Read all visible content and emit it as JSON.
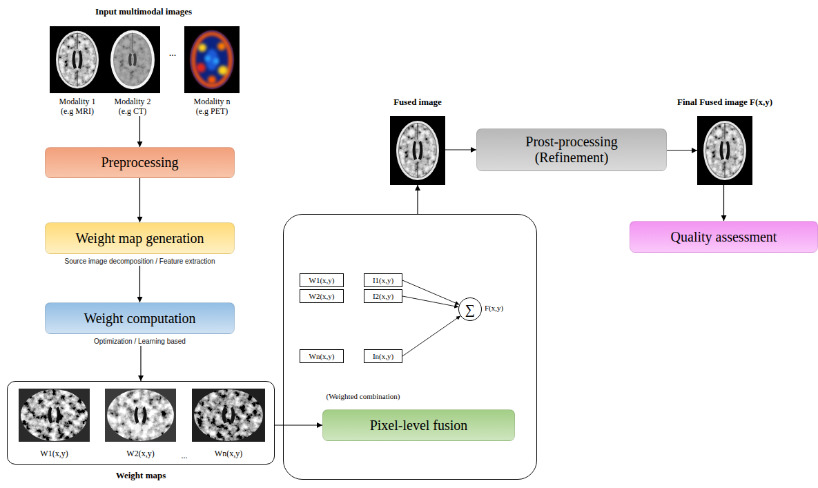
{
  "diagram": {
    "nodes": [
      {
        "text": [
          "Modality 1 (e.g MRI)"
        ]
      },
      {
        "text": [
          "Modality 2 (e.g CT)"
        ]
      },
      {
        "text": [
          "Modality n (e.g PET)"
        ]
      },
      {
        "text": [
          "Preprocessing"
        ]
      },
      {
        "text": [
          "Weight map generation",
          "Source image decomposition / Feature extraction"
        ]
      },
      {
        "text": [
          "Weight computation",
          "Optimization / Learning based"
        ]
      },
      {
        "text": [
          "Weight maps"
        ]
      },
      {
        "text": [
          "W1(x,y)"
        ],
        "in": 6
      },
      {
        "text": [
          "W2(x,y)"
        ],
        "in": 6
      },
      {
        "text": [
          "Wn(x,y)"
        ],
        "in": 6
      },
      {
        "text": [
          "(Weighted combination)"
        ]
      },
      {
        "text": [
          "W1(x,y)"
        ],
        "in": 10
      },
      {
        "text": [
          "I1(x,y)"
        ],
        "in": 10
      },
      {
        "text": [
          "W2(x,y)"
        ],
        "in": 10
      },
      {
        "text": [
          "I2(x,y)"
        ],
        "in": 10
      },
      {
        "text": [
          "Wn(x,y)"
        ],
        "in": 10
      },
      {
        "text": [
          "In(x,y)"
        ],
        "in": 10
      },
      {
        "text": [
          "∑"
        ],
        "in": 10
      },
      {
        "text": [
          "Pixel-level fusion"
        ],
        "in": 10
      },
      {
        "text": [
          "Fused image"
        ]
      },
      {
        "text": [
          "Prost-processing (Refinement)"
        ]
      },
      {
        "text": [
          "Final Fused image F(x,y)"
        ]
      },
      {
        "text": [
          "Quality assessment"
        ]
      }
    ],
    "edges": [
      {
        "from": 1,
        "to": 3,
        "arrow": "to"
      },
      {
        "from": 3,
        "to": 4,
        "arrow": "to"
      },
      {
        "from": 4,
        "to": 5,
        "arrow": "to"
      },
      {
        "from": 5,
        "to": 6,
        "arrow": "to"
      },
      {
        "from": 6,
        "to": 18,
        "arrow": "to"
      },
      {
        "from": 12,
        "to": 17,
        "arrow": "to"
      },
      {
        "from": 14,
        "to": 17,
        "arrow": "to"
      },
      {
        "from": 16,
        "to": 17,
        "arrow": "to"
      },
      {
        "from": 10,
        "to": 19,
        "arrow": "to"
      },
      {
        "from": 19,
        "to": 20,
        "arrow": "to"
      },
      {
        "from": 20,
        "to": 21,
        "arrow": "to"
      },
      {
        "from": 21,
        "to": 22,
        "arrow": "to"
      }
    ],
    "labels": [
      "Input multimodal images",
      "...",
      "F(x,y)",
      "..."
    ]
  }
}
